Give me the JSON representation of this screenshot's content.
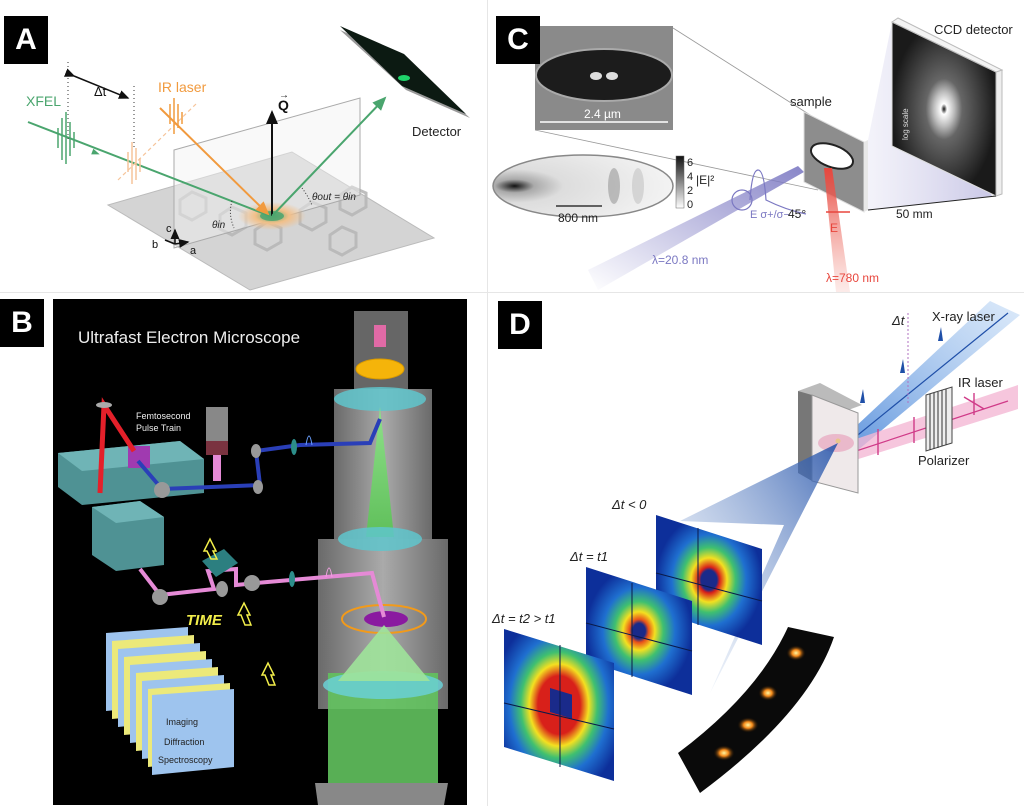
{
  "figure": {
    "panels": [
      {
        "id": "A",
        "badge": "A",
        "labels": {
          "xfel": "XFEL",
          "delta_t": "Δt",
          "ir_laser": "IR laser",
          "q_vector": "Q",
          "detector": "Detector",
          "theta_in": "θin",
          "theta_out_eq": "θout = θin",
          "axis_a": "a",
          "axis_b": "b",
          "axis_c": "c"
        },
        "colors": {
          "xfel": "#4aa56e",
          "ir": "#f19a3e",
          "detector_spot": "#1fd36a"
        }
      },
      {
        "id": "B",
        "badge": "B",
        "labels": {
          "title": "Ultrafast Electron Microscope",
          "pulse_train_line1": "Femtosecond",
          "pulse_train_line2": "Pulse Train",
          "time": "TIME",
          "stack_items": [
            "Imaging",
            "Diffraction",
            "Spectroscopy"
          ]
        },
        "colors": {
          "background": "#000000",
          "box": "#5f9ea0",
          "time": "#f2ee4a",
          "beam_blue": "#2a3fb8",
          "beam_pink": "#e58ad6",
          "beam_red": "#e4202a",
          "cone": "#7fd67a"
        }
      },
      {
        "id": "C",
        "badge": "C",
        "labels": {
          "inset_scale": "2.4 µm",
          "mode_scale": "800 nm",
          "colorbar_label": "|E|²",
          "colorbar_ticks": [
            "6",
            "4",
            "2",
            "0"
          ],
          "sample": "sample",
          "ccd_detector": "CCD detector",
          "log_scale": "log scale",
          "distance": "50 mm",
          "angle": "45°",
          "e_field_xuv": "E σ+/σ−",
          "e_field_ir": "E",
          "xuv_wavelength": "λ=20.8 nm",
          "ir_wavelength": "λ=780 nm"
        },
        "colors": {
          "xuv": "#7b78c2",
          "ir": "#e8463d"
        }
      },
      {
        "id": "D",
        "badge": "D",
        "labels": {
          "delta_t_top": "Δt",
          "xray_laser": "X-ray laser",
          "ir_laser": "IR laser",
          "polarizer": "Polarizer",
          "frame_1": "Δt < 0",
          "frame_2": "Δt = t1",
          "frame_3": "Δt = t2 > t1"
        },
        "colors": {
          "xray": "#3f7fd6",
          "ir": "#e87ab0"
        }
      }
    ]
  }
}
